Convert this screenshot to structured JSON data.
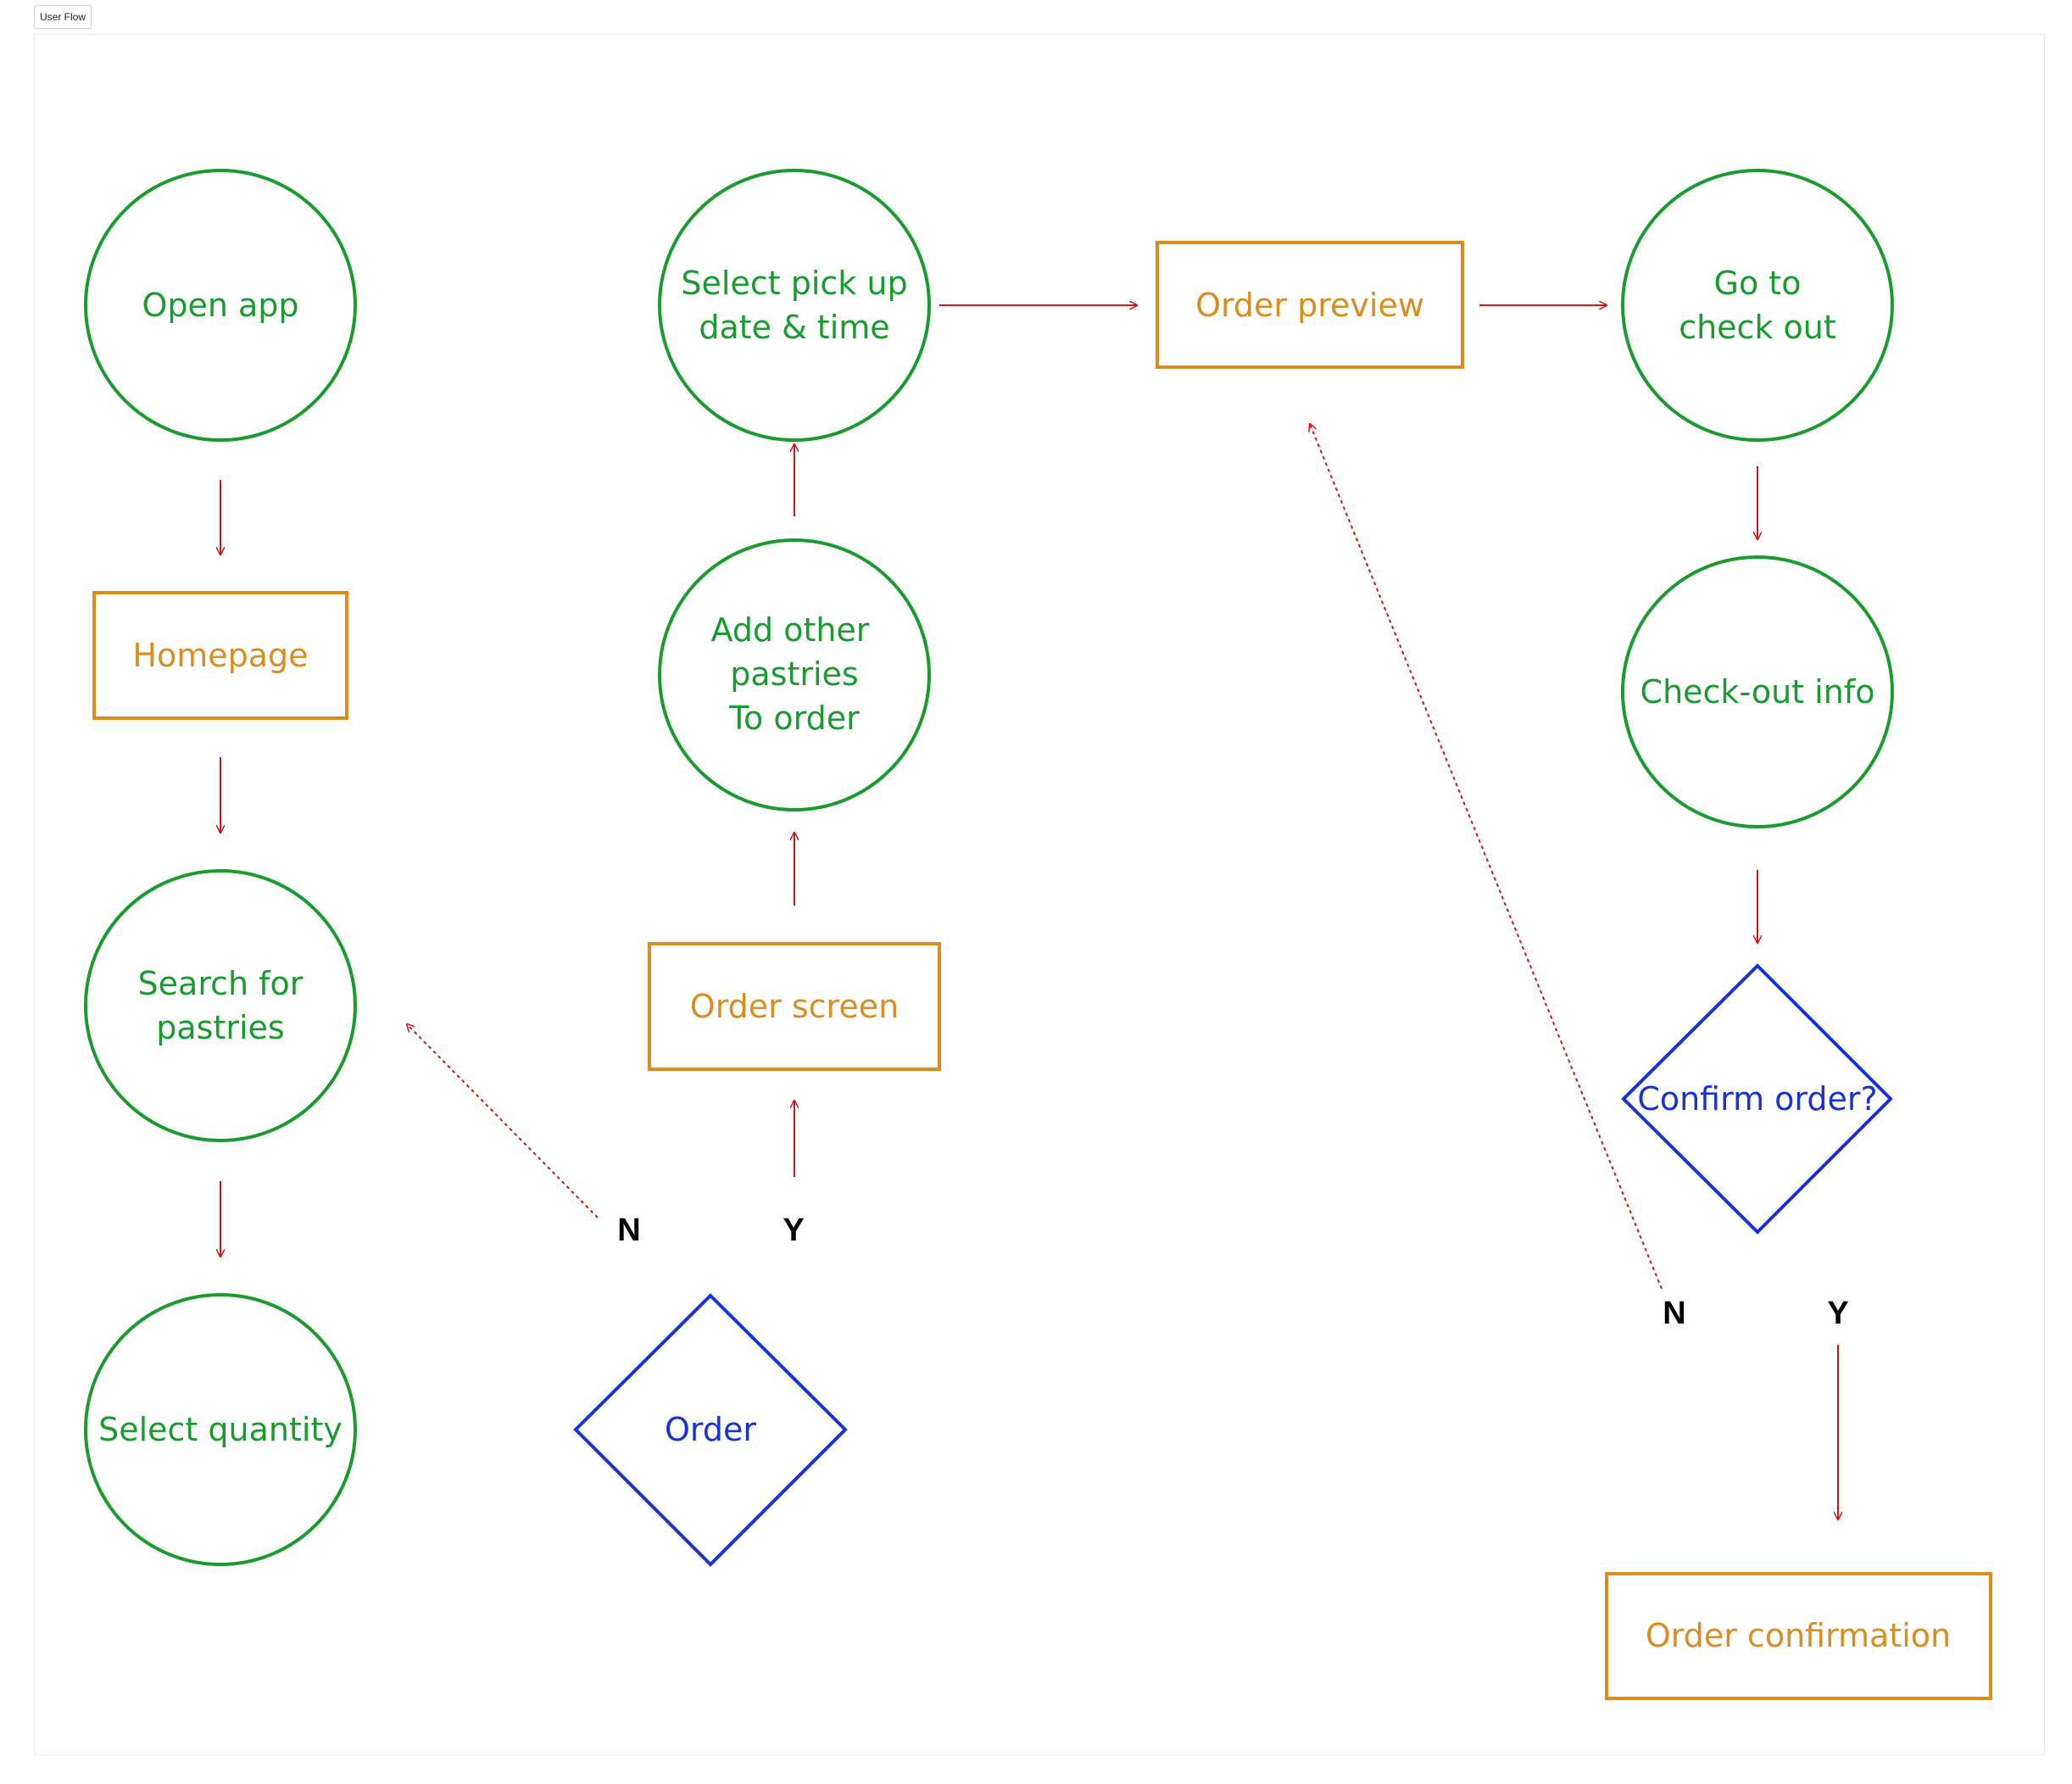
{
  "frame": {
    "label": "User Flow"
  },
  "colors": {
    "process": "#1a9b2f",
    "screen": "#d98e1f",
    "decision": "#1733d6",
    "arrow": "#d01616"
  },
  "nodes": {
    "open_app": [
      "Open app"
    ],
    "homepage": [
      "Homepage"
    ],
    "search": [
      "Search for",
      "pastries"
    ],
    "select_qty": [
      "Select quantity"
    ],
    "order_decision": [
      "Order"
    ],
    "order_screen": [
      "Order screen"
    ],
    "add_other": [
      "Add other",
      "pastries",
      "To order"
    ],
    "pickup": [
      "Select pick up",
      "date & time"
    ],
    "order_preview": [
      "Order preview"
    ],
    "go_checkout": [
      "Go to",
      "check out"
    ],
    "checkout_info": [
      "Check-out info"
    ],
    "confirm": [
      "Confirm order?"
    ],
    "order_confirmation": [
      "Order confirmation"
    ]
  },
  "branches": {
    "order_no": "N",
    "order_yes": "Y",
    "confirm_no": "N",
    "confirm_yes": "Y"
  }
}
